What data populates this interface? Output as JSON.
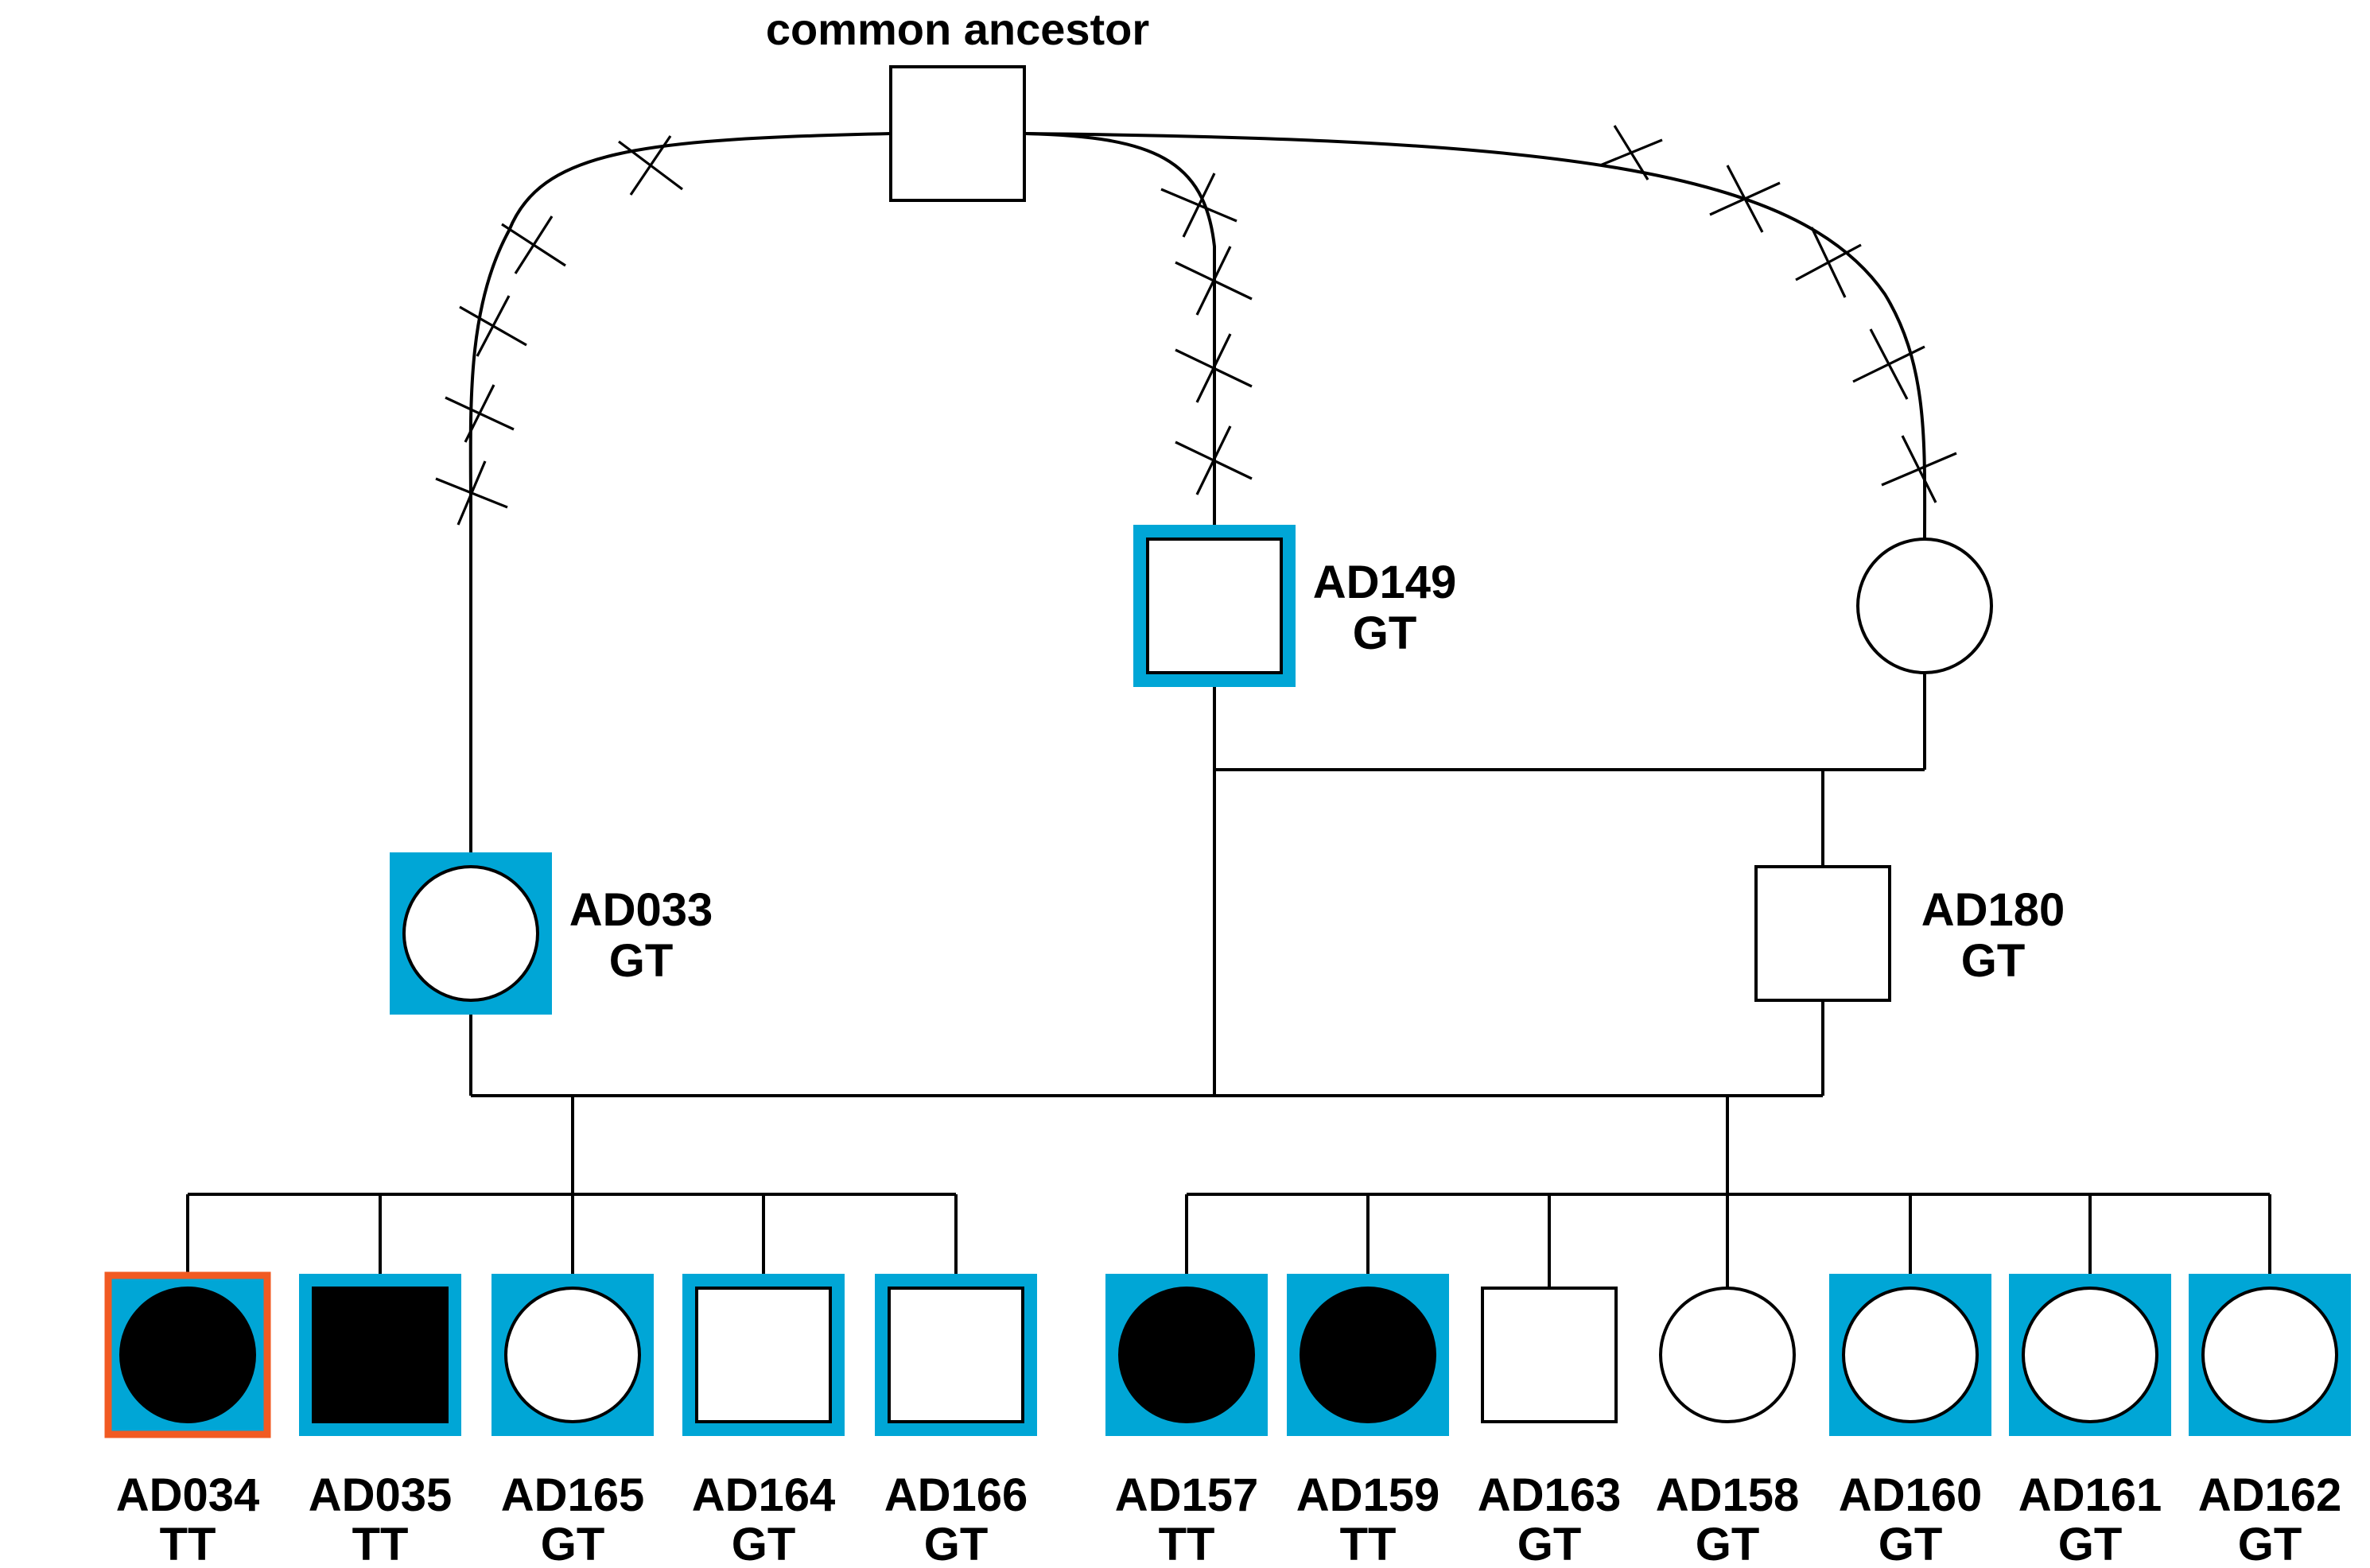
{
  "title": "common ancestor",
  "colors": {
    "sequenced": "#00a6d6",
    "proband": "#f15a22",
    "affected": "#000000",
    "unaffected": "#ffffff"
  },
  "individuals": [
    {
      "key": "ancestor",
      "sex": "male",
      "affected": false,
      "sequenced": false,
      "id": "",
      "genotype": ""
    },
    {
      "key": "AD149",
      "sex": "male",
      "affected": false,
      "sequenced": true,
      "id": "AD149",
      "genotype": "GT"
    },
    {
      "key": "spouse",
      "sex": "female",
      "affected": false,
      "sequenced": false,
      "id": "",
      "genotype": ""
    },
    {
      "key": "AD033",
      "sex": "female",
      "affected": false,
      "sequenced": true,
      "id": "AD033",
      "genotype": "GT"
    },
    {
      "key": "AD180",
      "sex": "male",
      "affected": false,
      "sequenced": false,
      "id": "AD180",
      "genotype": "GT"
    },
    {
      "key": "AD034",
      "sex": "female",
      "affected": true,
      "sequenced": true,
      "proband": true,
      "id": "AD034",
      "genotype": "TT"
    },
    {
      "key": "AD035",
      "sex": "male",
      "affected": true,
      "sequenced": true,
      "id": "AD035",
      "genotype": "TT"
    },
    {
      "key": "AD165",
      "sex": "female",
      "affected": false,
      "sequenced": true,
      "id": "AD165",
      "genotype": "GT"
    },
    {
      "key": "AD164",
      "sex": "male",
      "affected": false,
      "sequenced": true,
      "id": "AD164",
      "genotype": "GT"
    },
    {
      "key": "AD166",
      "sex": "male",
      "affected": false,
      "sequenced": true,
      "id": "AD166",
      "genotype": "GT"
    },
    {
      "key": "AD157",
      "sex": "female",
      "affected": true,
      "sequenced": true,
      "id": "AD157",
      "genotype": "TT"
    },
    {
      "key": "AD159",
      "sex": "female",
      "affected": true,
      "sequenced": true,
      "id": "AD159",
      "genotype": "TT"
    },
    {
      "key": "AD163",
      "sex": "male",
      "affected": false,
      "sequenced": false,
      "id": "AD163",
      "genotype": "GT"
    },
    {
      "key": "AD158",
      "sex": "female",
      "affected": false,
      "sequenced": false,
      "id": "AD158",
      "genotype": "GT"
    },
    {
      "key": "AD160",
      "sex": "female",
      "affected": false,
      "sequenced": true,
      "id": "AD160",
      "genotype": "GT"
    },
    {
      "key": "AD161",
      "sex": "female",
      "affected": false,
      "sequenced": true,
      "id": "AD161",
      "genotype": "GT"
    },
    {
      "key": "AD162",
      "sex": "female",
      "affected": false,
      "sequenced": true,
      "id": "AD162",
      "genotype": "GT"
    }
  ]
}
